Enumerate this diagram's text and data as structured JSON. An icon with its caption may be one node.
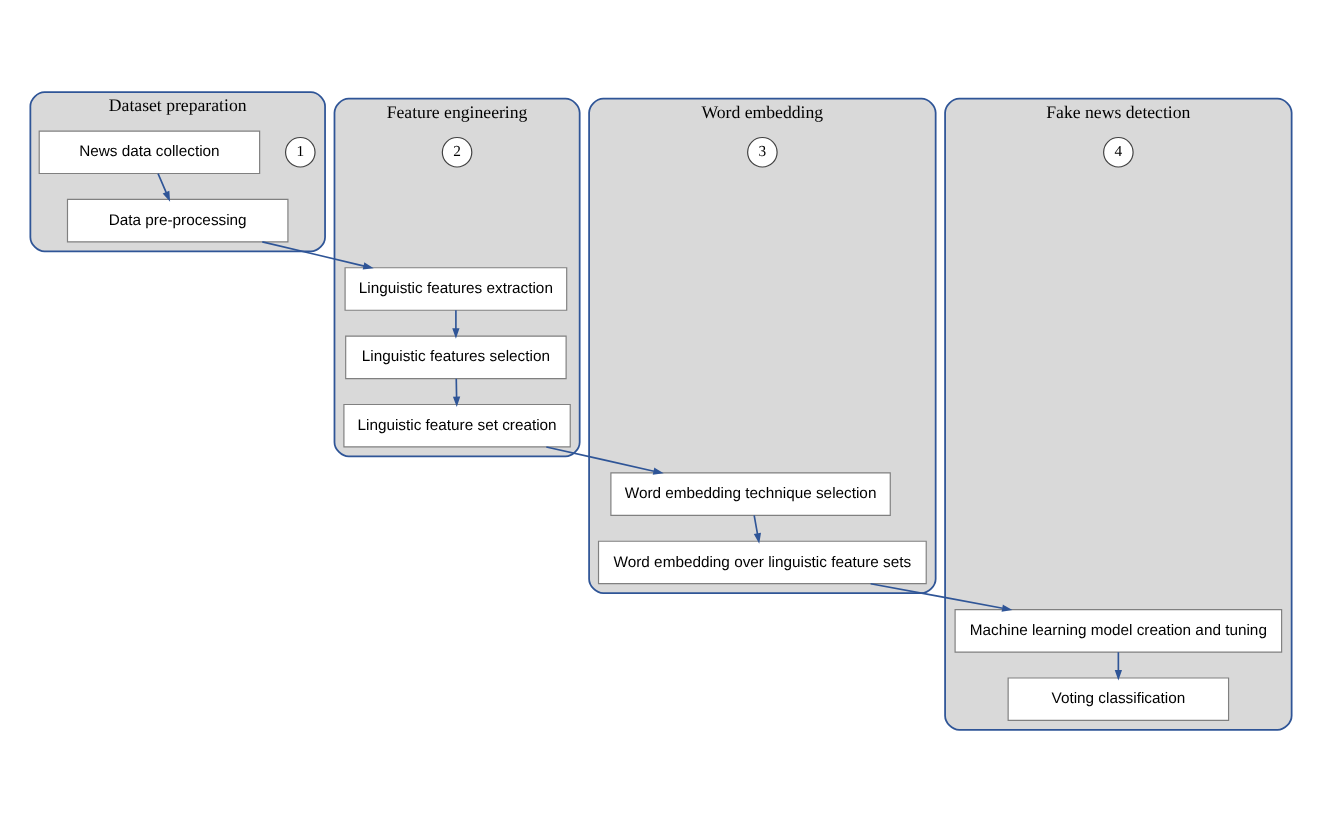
{
  "diagram": {
    "nodes": [
      {
        "text": [
          "Dataset preparation"
        ]
      },
      {
        "text": [
          "1"
        ],
        "in": 0
      },
      {
        "text": [
          "Data pre-processing"
        ],
        "in": 0
      },
      {
        "text": [
          "News data collection"
        ],
        "in": 0
      },
      {
        "text": [
          "Feature engineering"
        ]
      },
      {
        "text": [
          "2"
        ],
        "in": 4
      },
      {
        "text": [
          "Linguistic features extraction"
        ],
        "in": 4
      },
      {
        "text": [
          "Linguistic features selection"
        ],
        "in": 4
      },
      {
        "text": [
          "Linguistic feature set creation"
        ],
        "in": 4
      },
      {
        "text": [
          "Word embedding"
        ]
      },
      {
        "text": [
          "3"
        ],
        "in": 9
      },
      {
        "text": [
          "Word embedding technique selection"
        ],
        "in": 9
      },
      {
        "text": [
          "Word embedding over linguistic feature sets"
        ],
        "in": 9
      },
      {
        "text": [
          "Fake news detection"
        ]
      },
      {
        "text": [
          "4"
        ],
        "in": 13
      },
      {
        "text": [
          "Voting classification"
        ],
        "in": 13
      },
      {
        "text": [
          "Machine learning model creation and tuning"
        ],
        "in": 13
      }
    ],
    "edges": [
      {
        "from": 3,
        "to": 2,
        "arrow": "to"
      },
      {
        "from": 2,
        "to": 6,
        "arrow": "to"
      },
      {
        "from": 6,
        "to": 7,
        "arrow": "to"
      },
      {
        "from": 7,
        "to": 8,
        "arrow": "to"
      },
      {
        "from": 8,
        "to": 11,
        "arrow": "to"
      },
      {
        "from": 11,
        "to": 12,
        "arrow": "to"
      },
      {
        "from": 12,
        "to": 16,
        "arrow": "to"
      },
      {
        "from": 16,
        "to": 15,
        "arrow": "to"
      }
    ]
  }
}
